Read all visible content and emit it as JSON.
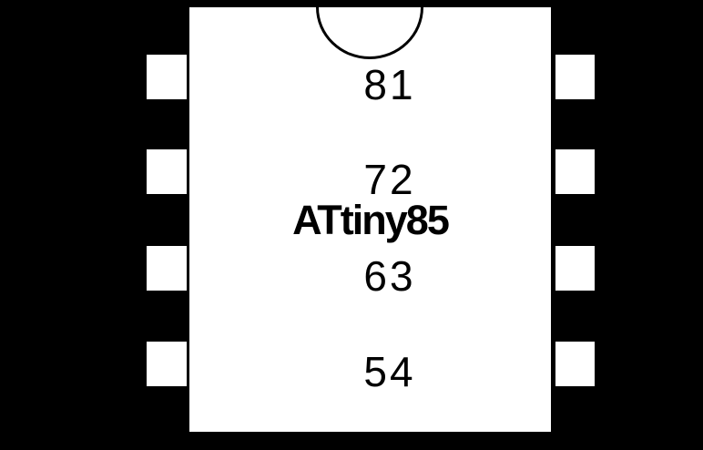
{
  "chip": {
    "label": "ATtiny85",
    "notch_icon": "semicircle-notch"
  },
  "pins": {
    "left": [
      {
        "number": "1"
      },
      {
        "number": "2"
      },
      {
        "number": "3"
      },
      {
        "number": "4"
      }
    ],
    "right": [
      {
        "number": "8"
      },
      {
        "number": "7"
      },
      {
        "number": "6"
      },
      {
        "number": "5"
      }
    ]
  },
  "colors": {
    "background": "#000000",
    "chip_body": "#ffffff",
    "pin_lead": "#ffffff",
    "text": "#000000",
    "notch_outline": "#000000"
  }
}
